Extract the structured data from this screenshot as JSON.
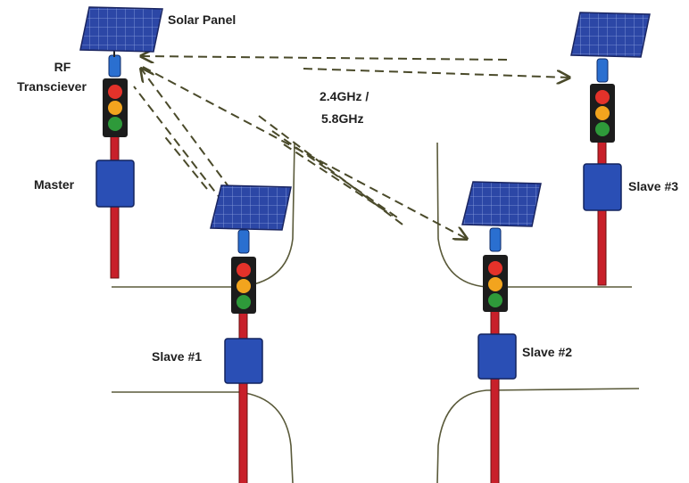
{
  "labels": {
    "solar_panel": "Solar Panel",
    "rf_line1": "RF",
    "rf_line2": "Transciever",
    "frequency_line1": "2.4GHz /",
    "frequency_line2": "5.8GHz",
    "master": "Master",
    "slave1": "Slave #1",
    "slave2": "Slave #2",
    "slave3": "Slave #3"
  },
  "colors": {
    "panel": "#2c47a6",
    "panel_grid": "#8ea2e0",
    "pole": "#c8202a",
    "housing": "#1c1c1c",
    "red_light": "#e4322a",
    "yellow_light": "#f2a41e",
    "green_light": "#2e9a3a",
    "controller_box": "#2a4fb5",
    "antenna": "#2a6fd0",
    "link_arrow": "#4a4a2a",
    "road": "#5a5a3a"
  },
  "icons": [
    "solar-panel-icon",
    "traffic-light-icon",
    "controller-box-icon",
    "antenna-icon"
  ]
}
